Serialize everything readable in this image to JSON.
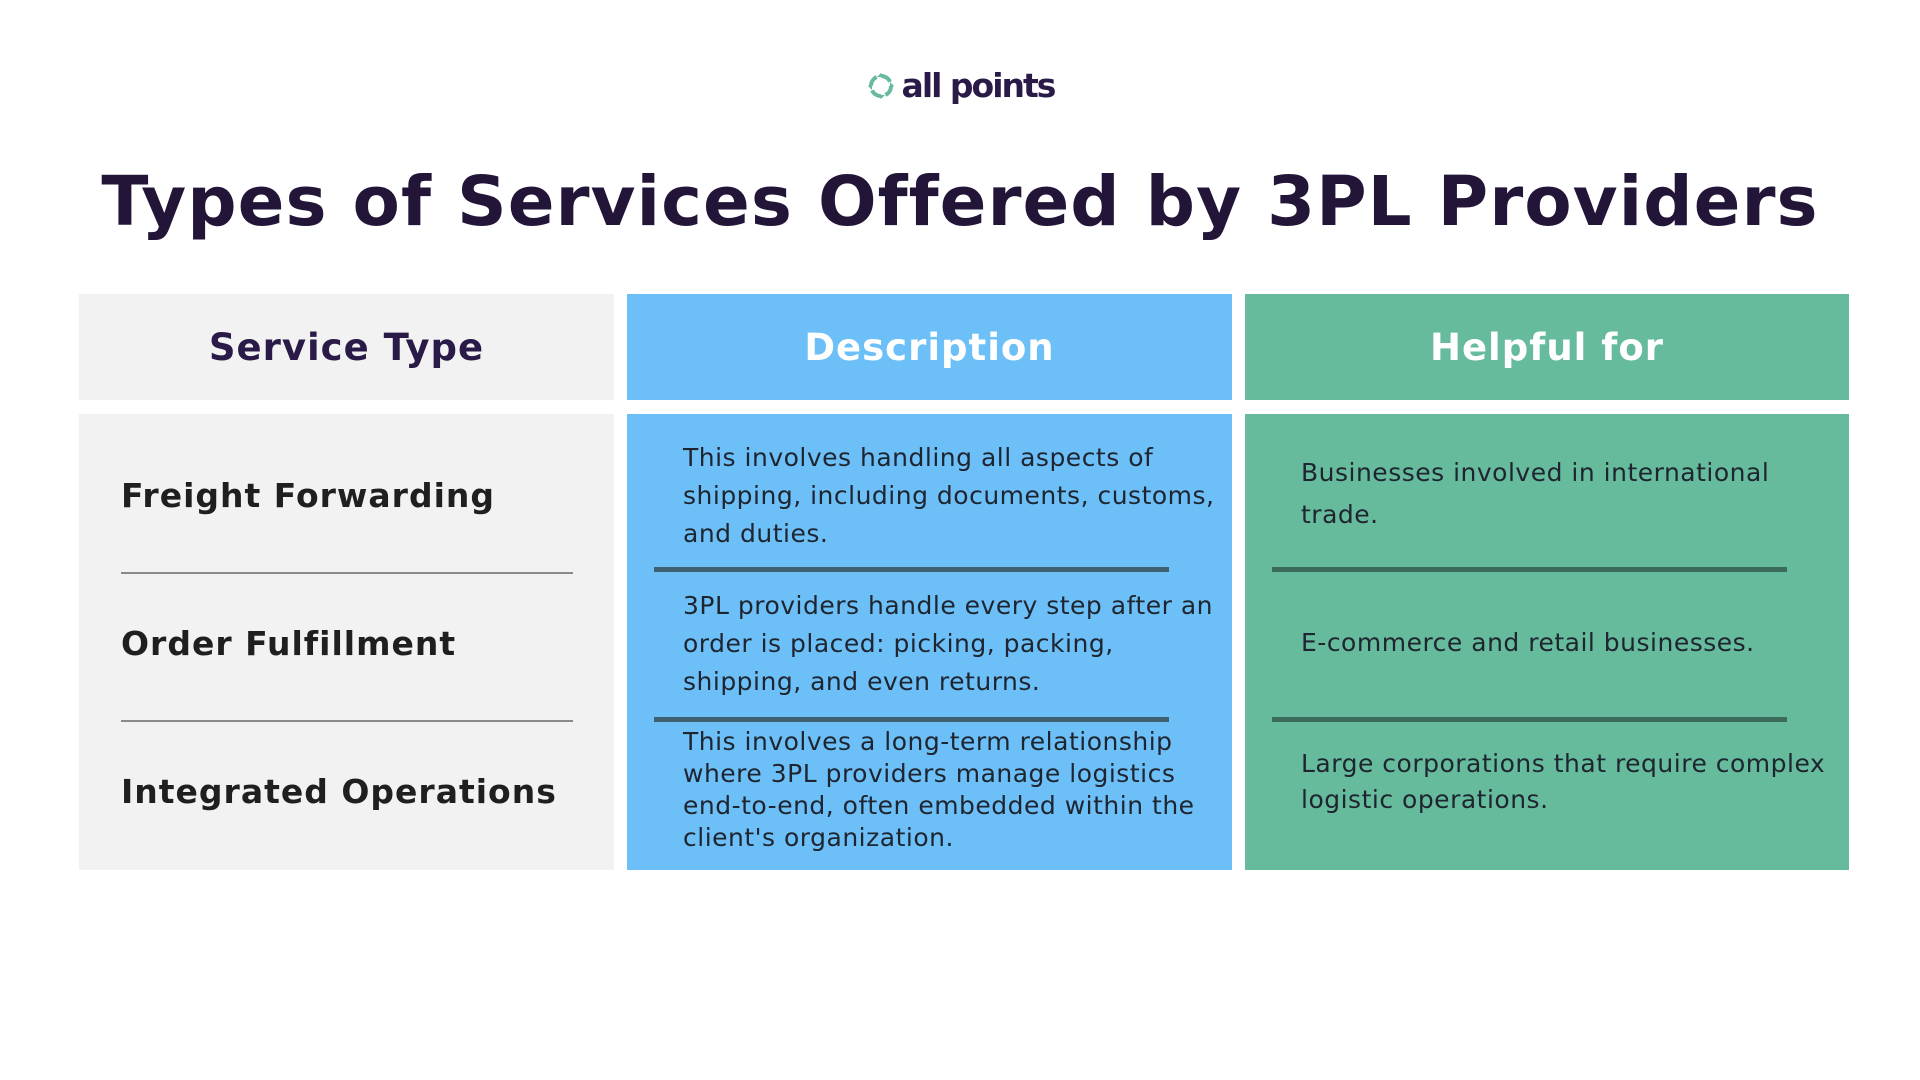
{
  "logo": {
    "text": "all points",
    "icon": "circle-arrows-logo-icon",
    "colors": {
      "green": "#66bb9c",
      "dark": "#2a1a47"
    }
  },
  "title": "Types of Services Offered by 3PL Providers",
  "colors": {
    "title": "#231538",
    "gray_column": "#f2f2f2",
    "blue_column": "#6cbff7",
    "green_column": "#66bb9c"
  },
  "table": {
    "headers": [
      "Service Type",
      "Description",
      "Helpful for"
    ],
    "rows": [
      {
        "service": "Freight Forwarding",
        "description": "This involves handling all aspects of shipping, including documents, customs, and duties.",
        "helpful_for": "Businesses involved in international trade."
      },
      {
        "service": "Order Fulfillment",
        "description": "3PL providers handle every step after an order is placed: picking, packing, shipping, and even returns.",
        "helpful_for": "E-commerce and retail businesses."
      },
      {
        "service": "Integrated Operations",
        "description": "This involves a long-term relationship where 3PL providers manage logistics end-to-end, often embedded within the client's organization.",
        "helpful_for": "Large corporations that require complex logistic operations."
      }
    ]
  }
}
